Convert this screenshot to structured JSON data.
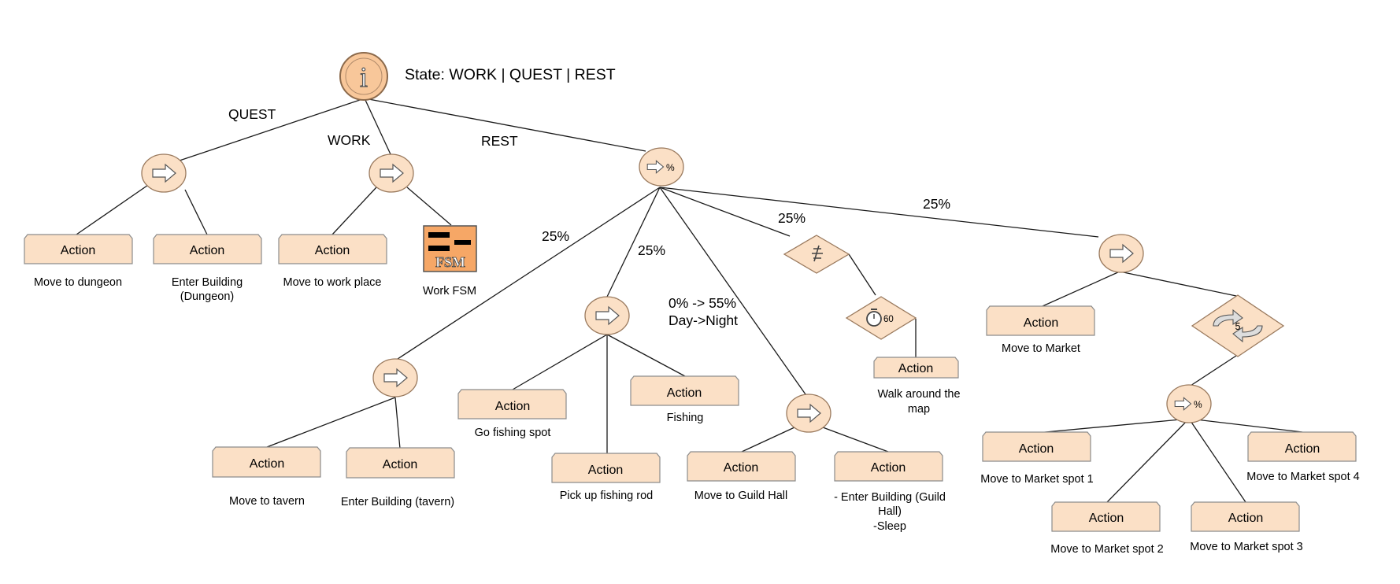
{
  "root": {
    "state_label": "State: WORK | QUEST | REST",
    "icon": "info-icon",
    "icon_glyph": "i"
  },
  "edge_labels": {
    "quest": "QUEST",
    "work": "WORK",
    "rest": "REST",
    "prob_tavern": "25%",
    "prob_fishing": "25%",
    "prob_walk": "25%",
    "prob_market": "25%",
    "guild_line1": "0% -> 55%",
    "guild_line2": "Day->Night"
  },
  "node_icons": {
    "sequence": "arrow-right-icon",
    "random": "random-selector-icon",
    "random_symbol": "%",
    "inverter": "inverter-icon",
    "timer": "stopwatch-icon",
    "timer_value": "60",
    "repeat": "repeat-icon",
    "repeat_value": "5",
    "fsm": "fsm-icon",
    "fsm_label": "FSM"
  },
  "action_label": "Action",
  "captions": {
    "move_dungeon": "Move to dungeon",
    "enter_dungeon_1": "Enter Building",
    "enter_dungeon_2": "(Dungeon)",
    "move_work": "Move to work place",
    "work_fsm": "Work FSM",
    "move_tavern": "Move to tavern",
    "enter_tavern": "Enter Building (tavern)",
    "go_fishing": "Go fishing spot",
    "pick_rod": "Pick up fishing rod",
    "fishing": "Fishing",
    "move_guild": "Move to Guild Hall",
    "enter_guild_1": "- Enter Building (Guild",
    "enter_guild_2": "Hall)",
    "enter_guild_3": "-Sleep",
    "walk_1": "Walk around the",
    "walk_2": "map",
    "move_market": "Move to Market",
    "spot1": "Move to Market spot 1",
    "spot2": "Move to Market spot 2",
    "spot3": "Move to Market spot 3",
    "spot4": "Move to Market spot 4"
  }
}
